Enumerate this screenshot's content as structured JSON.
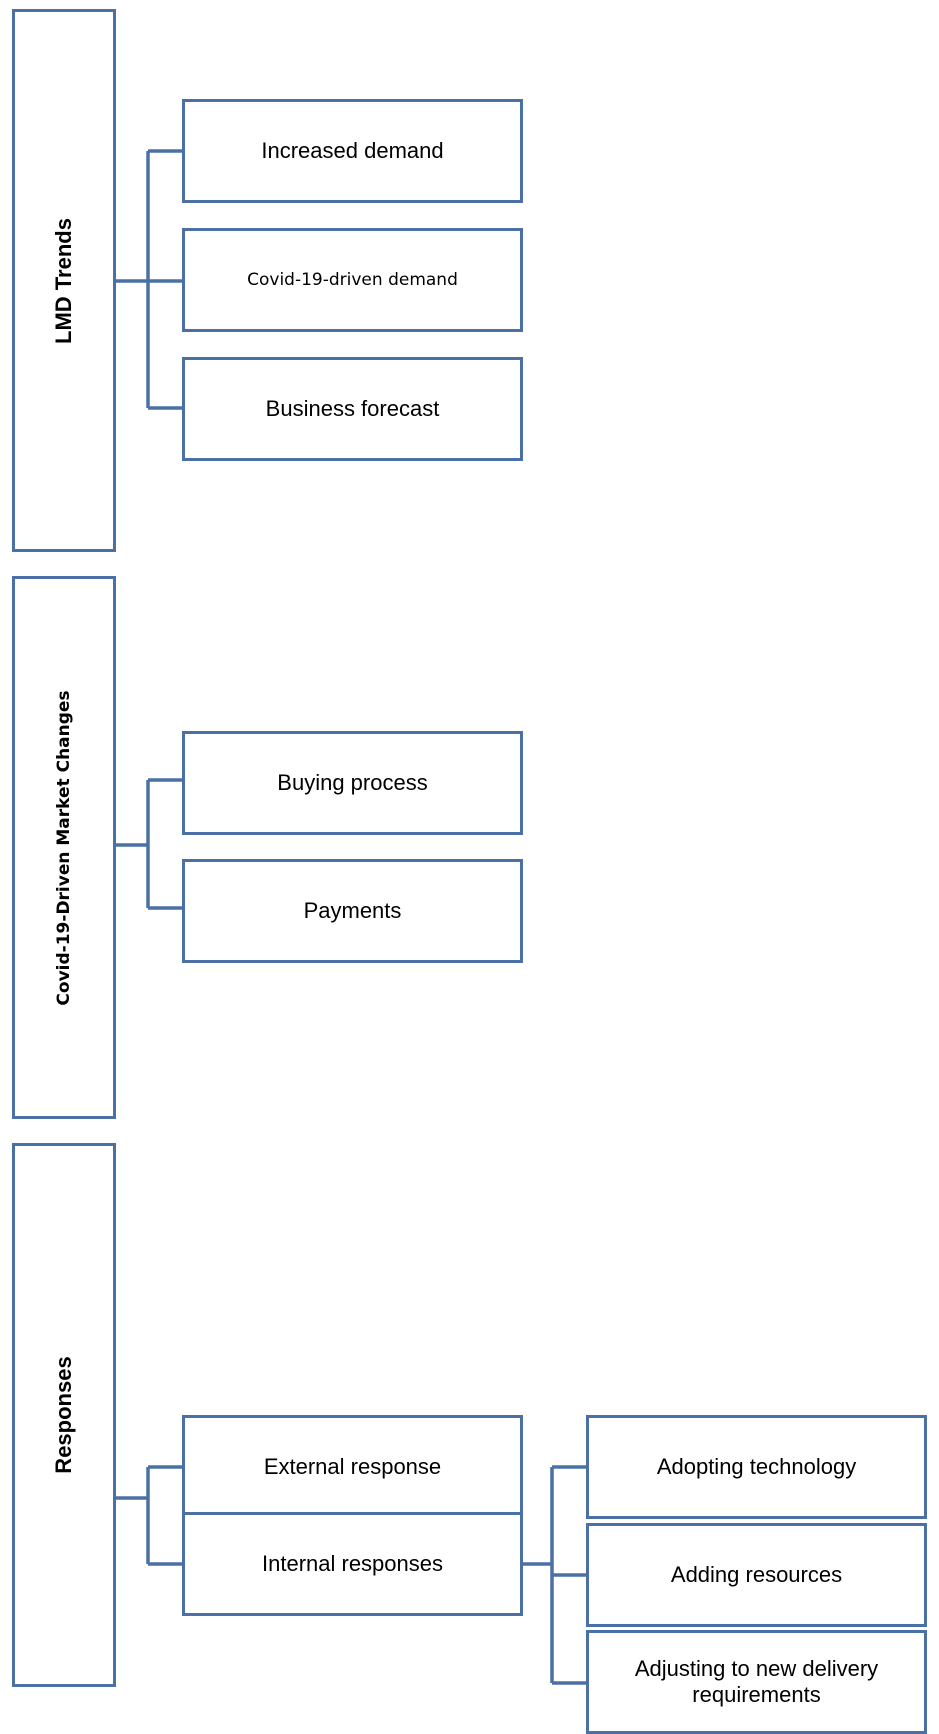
{
  "groups": {
    "lmd_trends": {
      "label": "LMD Trends",
      "items": [
        "Increased demand",
        "Covid-19-driven demand",
        "Business forecast"
      ]
    },
    "market_changes": {
      "label": "Covid-19-Driven Market Changes",
      "items": [
        "Buying process",
        "Payments"
      ]
    },
    "responses": {
      "label": "Responses",
      "items": [
        "External response",
        "Internal responses"
      ],
      "internal_sub_items": [
        "Adopting technology",
        "Adding resources",
        "Adjusting to new delivery requirements"
      ]
    }
  },
  "colors": {
    "stroke": "#4a70a6",
    "text": "#000000",
    "background": "#ffffff"
  }
}
